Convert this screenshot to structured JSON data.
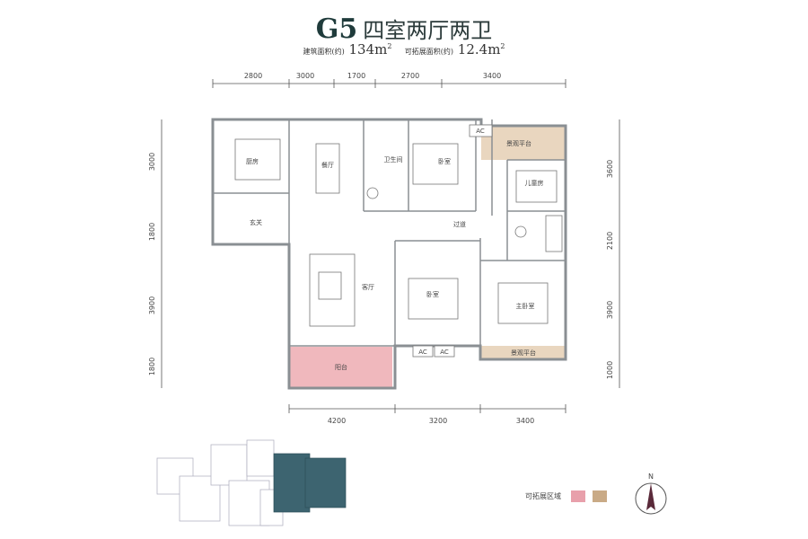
{
  "header": {
    "code": "G5",
    "name": "四室两厅两卫",
    "area_label": "建筑面积(约)",
    "area_value": "134m",
    "area_sup": "2",
    "ext_label": "可拓展面积(约)",
    "ext_value": "12.4m",
    "ext_sup": "2"
  },
  "rooms": {
    "kitchen": "厨房",
    "dining": "餐厅",
    "bath1": "卫生间",
    "entry": "玄关",
    "bedroom1": "卧室",
    "children": "儿童房",
    "corridor": "过道",
    "living": "客厅",
    "bedroom2": "卧室",
    "master": "主卧室",
    "balcony": "阳台",
    "platform_top": "景观平台",
    "platform_bottom": "景观平台",
    "ac": "AC"
  },
  "dimensions": {
    "top": [
      "2800",
      "3000",
      "1700",
      "2700",
      "3400"
    ],
    "left": [
      "3000",
      "1800",
      "3900",
      "1800"
    ],
    "right": [
      "3600",
      "2100",
      "3900",
      "1000"
    ],
    "bottom": [
      "4200",
      "3200",
      "3400"
    ]
  },
  "legend": {
    "label": "可拓展区域",
    "colors": [
      "#e8a0ab",
      "#c9aa86"
    ]
  },
  "compass": {
    "label": "N"
  },
  "colors": {
    "wall": "#8a8f93",
    "pink": "#f0b8bd",
    "tan": "#e9d6bf",
    "teal": "#3d6470"
  }
}
